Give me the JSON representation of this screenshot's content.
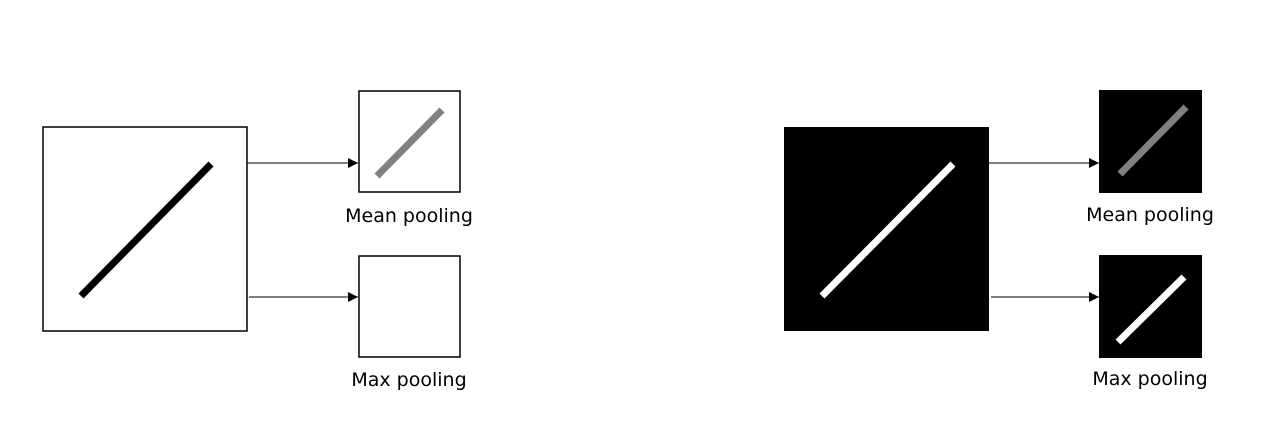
{
  "colors": {
    "light_bg": "#ffffff",
    "dark_bg": "#000000",
    "dark_line": "#000000",
    "bright_line": "#ffffff",
    "mean_gray": "#808080",
    "arrow": "#000000"
  },
  "panels": [
    {
      "theme": "light",
      "mean_label": "Mean pooling",
      "max_label": "Max pooling",
      "max_shows_line": false
    },
    {
      "theme": "dark",
      "mean_label": "Mean pooling",
      "max_label": "Max pooling",
      "max_shows_line": true
    }
  ]
}
